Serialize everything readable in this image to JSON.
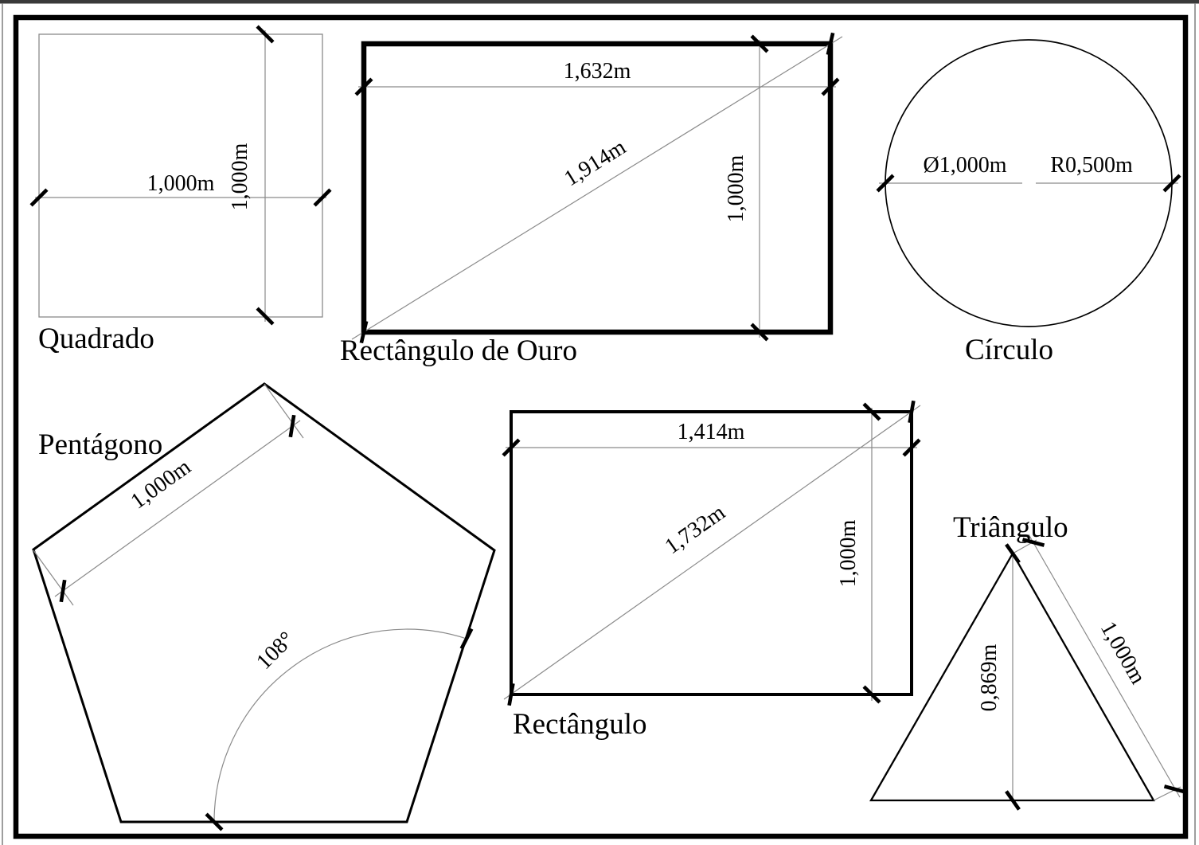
{
  "drawing": {
    "colors": {
      "paper": "#ffffff",
      "ink": "#000000",
      "hairline": "#8a8a8a",
      "top_bar": "#3a3a3a"
    },
    "shapes": {
      "quadrado": {
        "label": "Quadrado",
        "width": "1,000m",
        "height": "1,000m"
      },
      "rectangulo_de_ouro": {
        "label": "Rectângulo de Ouro",
        "width": "1,632m",
        "diagonal": "1,914m",
        "height": "1,000m"
      },
      "circulo": {
        "label": "Círculo",
        "diameter": "Ø1,000m",
        "radius": "R0,500m"
      },
      "pentagono": {
        "label": "Pentágono",
        "side": "1,000m",
        "interior_angle": "108°"
      },
      "rectangulo": {
        "label": "Rectângulo",
        "width": "1,414m",
        "diagonal": "1,732m",
        "height": "1,000m"
      },
      "triangulo": {
        "label": "Triângulo",
        "height": "0,869m",
        "side": "1,000m"
      }
    }
  }
}
